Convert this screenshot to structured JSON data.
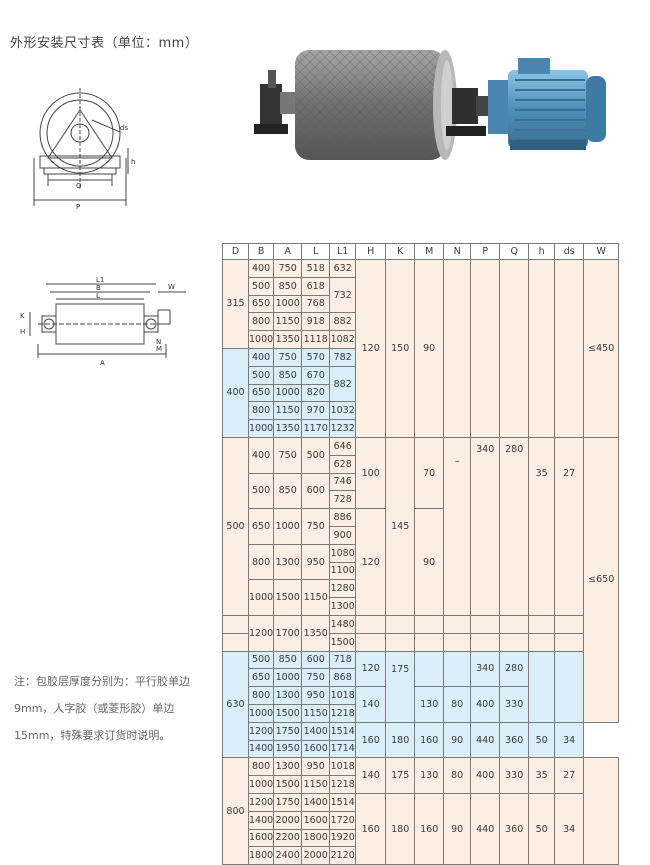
{
  "title": "外形安装尺寸表（单位：mm）",
  "diagram_labels": {
    "ds": "ds",
    "h": "h",
    "Q": "Q",
    "P": "P",
    "L1": "L1",
    "B": "B",
    "L": "L",
    "W": "W",
    "H": "H",
    "K": "K",
    "N": "N",
    "M": "M",
    "A": "A"
  },
  "headers": [
    "D",
    "B",
    "A",
    "L",
    "L1",
    "H",
    "K",
    "M",
    "N",
    "P",
    "Q",
    "h",
    "ds",
    "W"
  ],
  "table": {
    "d315": "315",
    "d400": "400",
    "d500": "500",
    "d630": "630",
    "d800": "800",
    "b400": "400",
    "b500": "500",
    "b650": "650",
    "b800": "800",
    "b1000": "1000",
    "b1200": "1200",
    "b1400": "1400",
    "b1600": "1600",
    "b1800": "1800",
    "a750": "750",
    "a850": "850",
    "a1000": "1000",
    "a1150": "1150",
    "a1300": "1300",
    "a1350": "1350",
    "a1500": "1500",
    "a1700": "1700",
    "a1750": "1750",
    "a1950": "1950",
    "a2000": "2000",
    "a2200": "2200",
    "a2400": "2400",
    "l518": "518",
    "l618": "618",
    "l768": "768",
    "l918": "918",
    "l1118": "1118",
    "l570": "570",
    "l670": "670",
    "l820": "820",
    "l970": "970",
    "l1170": "1170",
    "l500": "500",
    "l600": "600",
    "l750": "750",
    "l950": "950",
    "l1150": "1150",
    "l1350": "1350",
    "l1400": "1400",
    "l1600": "1600",
    "l1800": "1800",
    "l2000": "2000",
    "l1_632": "632",
    "l1_732": "732",
    "l1_882": "882",
    "l1_1082": "1082",
    "l1_782": "782",
    "l1_1032": "1032",
    "l1_1232": "1232",
    "l1_646": "646",
    "l1_628": "628",
    "l1_746": "746",
    "l1_728": "728",
    "l1_886": "886",
    "l1_900": "900",
    "l1_1080": "1080",
    "l1_1100": "1100",
    "l1_1280": "1280",
    "l1_1300": "1300",
    "l1_1480": "1480",
    "l1_1500": "1500",
    "l1_718": "718",
    "l1_868": "868",
    "l1_1018": "1018",
    "l1_1218": "1218",
    "l1_1514": "1514",
    "l1_1714": "1714",
    "l1_1720": "1720",
    "l1_1920": "1920",
    "l1_2120": "2120",
    "h120": "120",
    "h100": "100",
    "h140": "140",
    "h160": "160",
    "k150": "150",
    "k145": "145",
    "k175": "175",
    "k180": "180",
    "m90": "90",
    "m70": "70",
    "m130": "130",
    "m160": "160",
    "n_dash": "–",
    "n80": "80",
    "n90": "90",
    "p340": "340",
    "p400": "400",
    "p440": "440",
    "q280": "280",
    "q330": "330",
    "q360": "360",
    "hh35": "35",
    "hh50": "50",
    "ds27": "27",
    "ds34": "34",
    "w450": "≤450",
    "w650": "≤650"
  },
  "note": {
    "line1": "注：包胶层厚度分别为：平行胶单边",
    "line2": "9mm，人字胶（或菱形胶）单边",
    "line3": "15mm，特殊要求订货时说明。"
  },
  "colors": {
    "peach": "#fceee2",
    "blue": "#d9eef8",
    "motor": "#5fa0c8",
    "drum": "#8a8a8a"
  }
}
